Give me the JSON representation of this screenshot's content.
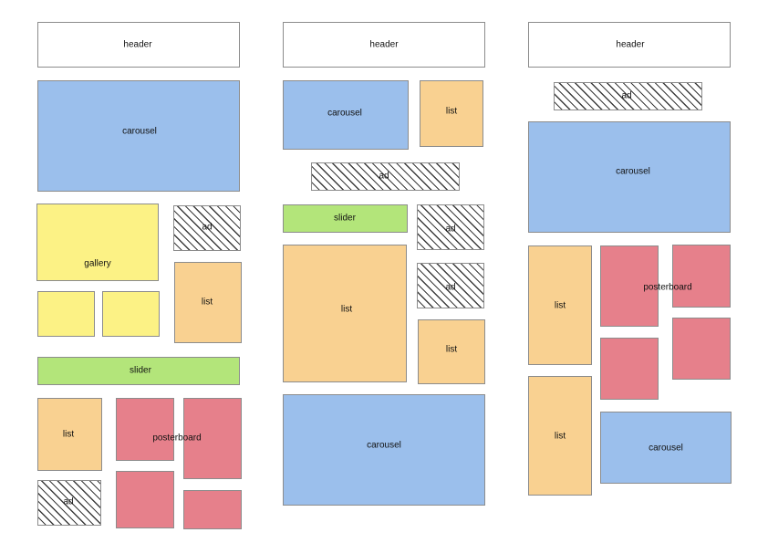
{
  "labels": {
    "header": "header",
    "carousel": "carousel",
    "list": "list",
    "gallery": "gallery",
    "slider": "slider",
    "posterboard": "posterboard",
    "ad": "ad"
  },
  "colors": {
    "header": "#ffffff",
    "carousel": "#9bbfec",
    "list": "#f9d191",
    "gallery": "#fcf285",
    "slider": "#b3e57a",
    "posterboard": "#e6808b",
    "ad": "hatched"
  }
}
